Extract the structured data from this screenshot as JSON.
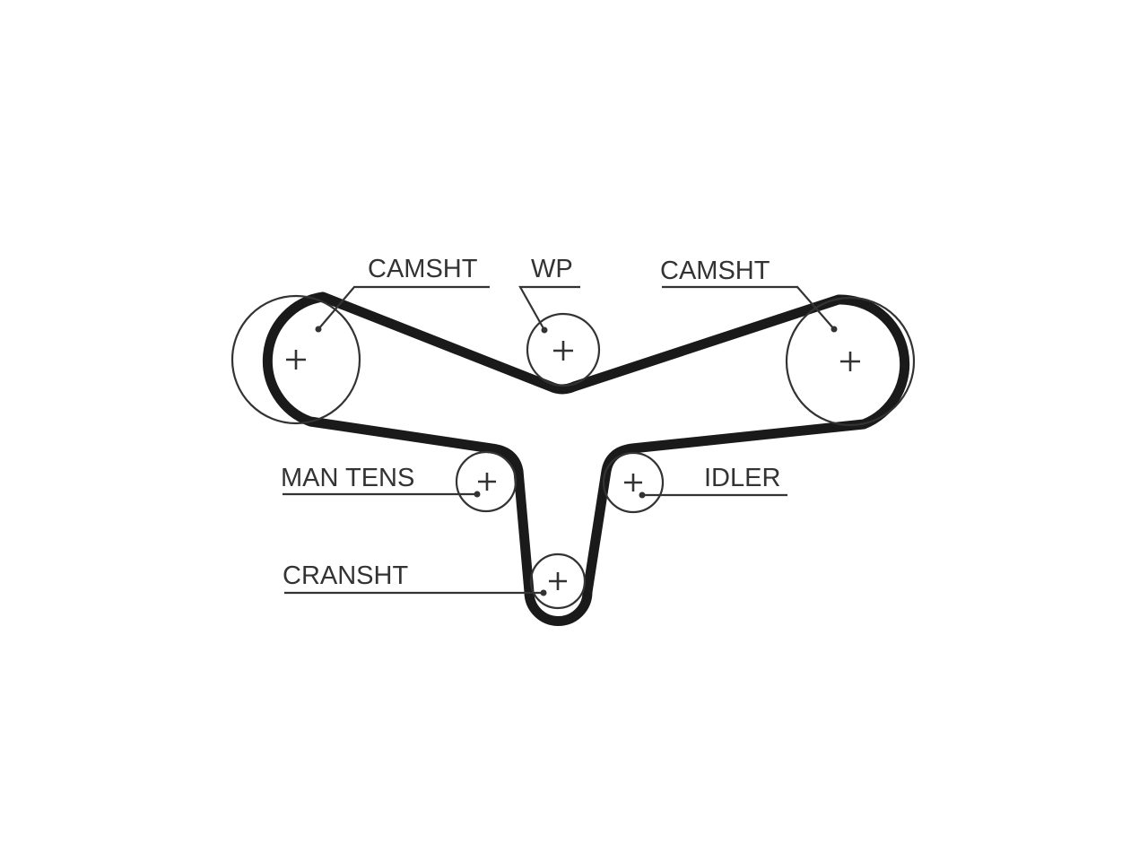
{
  "diagram": {
    "labels": {
      "camshaft_left": "CAMSHT",
      "water_pump": "WP",
      "camshaft_right": "CAMSHT",
      "manual_tensioner": "MAN TENS",
      "idler": "IDLER",
      "crankshaft": "CRANSHT"
    },
    "colors": {
      "belt": "#1a1a1a",
      "lines": "#333333",
      "background": "#ffffff"
    }
  }
}
